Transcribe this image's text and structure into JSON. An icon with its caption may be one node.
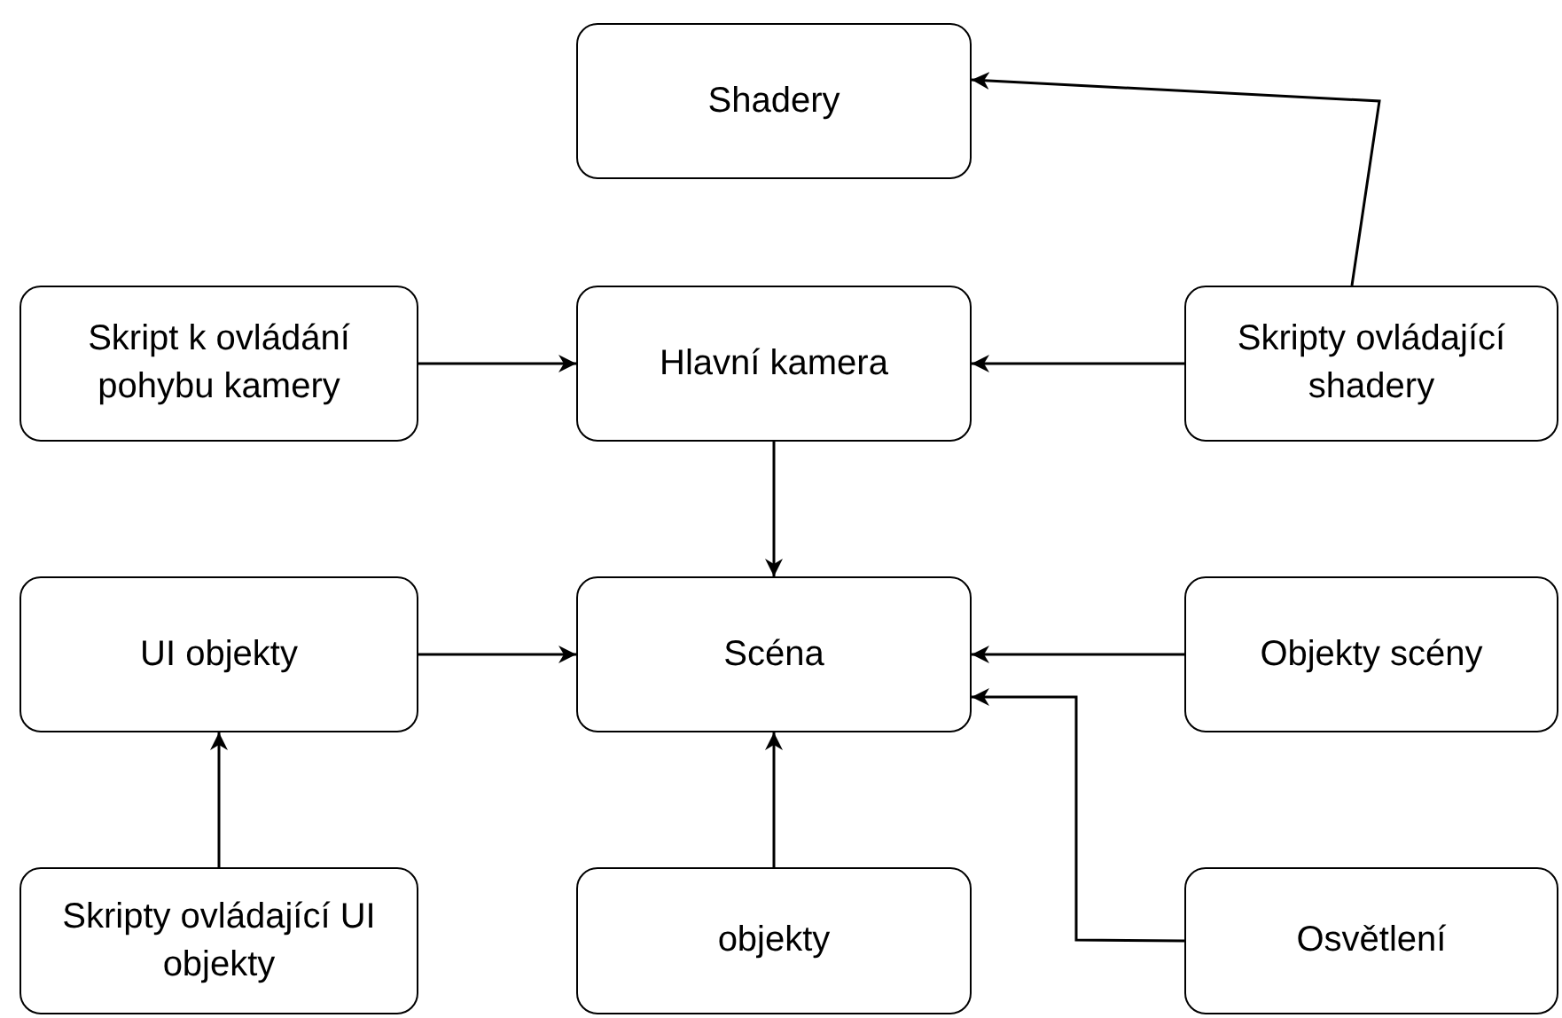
{
  "diagram": {
    "nodes": [
      {
        "text": [
          "Shadery"
        ]
      },
      {
        "text": [
          "Skript k ovládání pohybu kamery"
        ]
      },
      {
        "text": [
          "Hlavní kamera"
        ]
      },
      {
        "text": [
          "Skripty ovládající shadery"
        ]
      },
      {
        "text": [
          "UI objekty"
        ]
      },
      {
        "text": [
          "Scéna"
        ]
      },
      {
        "text": [
          "Objekty scény"
        ]
      },
      {
        "text": [
          "Skripty ovládající UI objekty"
        ]
      },
      {
        "text": [
          "objekty"
        ]
      },
      {
        "text": [
          "Osvětlení"
        ]
      }
    ],
    "edges": [
      {
        "from": 3,
        "to": 0,
        "arrow": "to"
      },
      {
        "from": 1,
        "to": 2,
        "arrow": "to"
      },
      {
        "from": 3,
        "to": 2,
        "arrow": "to"
      },
      {
        "from": 2,
        "to": 5,
        "arrow": "to"
      },
      {
        "from": 4,
        "to": 5,
        "arrow": "to"
      },
      {
        "from": 6,
        "to": 5,
        "arrow": "to"
      },
      {
        "from": 7,
        "to": 4,
        "arrow": "to"
      },
      {
        "from": 8,
        "to": 5,
        "arrow": "to"
      },
      {
        "from": 9,
        "to": 5,
        "arrow": "to"
      }
    ]
  }
}
